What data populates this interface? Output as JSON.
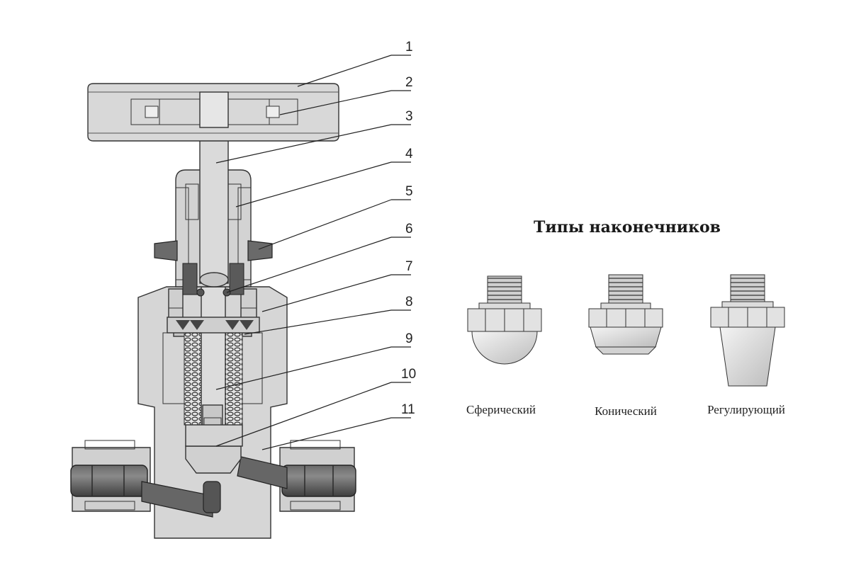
{
  "callouts": [
    "1",
    "2",
    "3",
    "4",
    "5",
    "6",
    "7",
    "8",
    "9",
    "10",
    "11"
  ],
  "tips": {
    "title": "Типы наконечников",
    "items": [
      {
        "name": "spherical",
        "label": "Сферический"
      },
      {
        "name": "conical",
        "label": "Конический"
      },
      {
        "name": "regulating",
        "label": "Регулирующий"
      }
    ]
  },
  "colors": {
    "metal_light": "#d8d8d8",
    "metal_mid": "#bdbdbd",
    "metal_dark": "#5a5a5a",
    "pipe": "#555555",
    "outline": "#333333"
  }
}
